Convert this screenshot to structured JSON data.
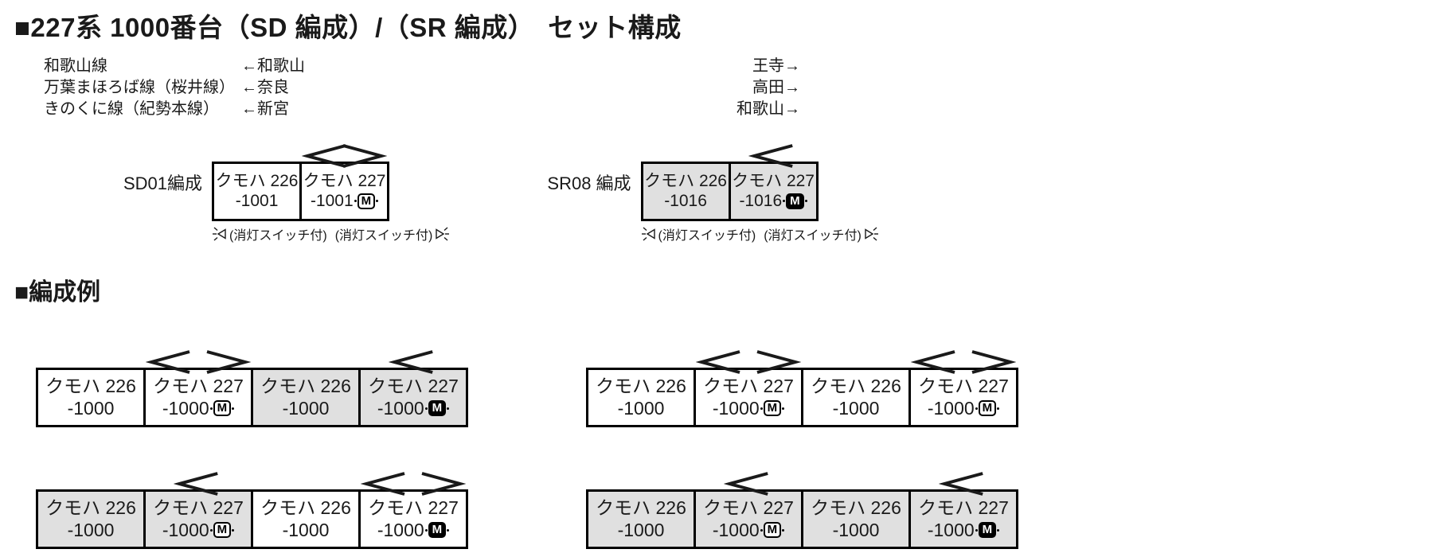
{
  "title": "■227系 1000番台（SD 編成）/（SR 編成）　セット構成",
  "routes": [
    {
      "line": "和歌山線",
      "origin": "←和歌山",
      "destination": "王寺→"
    },
    {
      "line": "万葉まほろば線（桜井線）",
      "origin": "←奈良",
      "destination": "高田→"
    },
    {
      "line": "きのくに線（紀勢本線）",
      "origin": "←新宮",
      "destination": "和歌山→"
    }
  ],
  "motor_mark_letter": "M",
  "colors": {
    "car_fill_gray": "#e0e0e0",
    "car_fill_white": "#ffffff",
    "line_color": "#000000"
  },
  "sets": [
    {
      "label": "SD01編成",
      "note_left": "(消灯スイッチ付)",
      "note_right": "(消灯スイッチ付)",
      "cars": [
        {
          "name": "クモハ 226",
          "number": "-1001",
          "fill": "white",
          "pantograph": "none",
          "motor_mark": "none"
        },
        {
          "name": "クモハ 227",
          "number": "-1001",
          "fill": "white",
          "pantograph": "double",
          "motor_mark": "outline"
        }
      ]
    },
    {
      "label": "SR08 編成",
      "note_left": "(消灯スイッチ付)",
      "note_right": "(消灯スイッチ付)",
      "cars": [
        {
          "name": "クモハ 226",
          "number": "-1016",
          "fill": "gray",
          "pantograph": "none",
          "motor_mark": "none"
        },
        {
          "name": "クモハ 227",
          "number": "-1016",
          "fill": "gray",
          "pantograph": "single",
          "motor_mark": "filled"
        }
      ]
    }
  ],
  "examples_title": "■編成例",
  "examples": [
    {
      "cars": [
        {
          "name": "クモハ 226",
          "number": "-1000",
          "fill": "white",
          "pantograph": "none",
          "motor_mark": "none"
        },
        {
          "name": "クモハ 227",
          "number": "-1000",
          "fill": "white",
          "pantograph": "double",
          "motor_mark": "outline"
        },
        {
          "name": "クモハ 226",
          "number": "-1000",
          "fill": "gray",
          "pantograph": "none",
          "motor_mark": "none"
        },
        {
          "name": "クモハ 227",
          "number": "-1000",
          "fill": "gray",
          "pantograph": "single",
          "motor_mark": "filled"
        }
      ]
    },
    {
      "cars": [
        {
          "name": "クモハ 226",
          "number": "-1000",
          "fill": "white",
          "pantograph": "none",
          "motor_mark": "none"
        },
        {
          "name": "クモハ 227",
          "number": "-1000",
          "fill": "white",
          "pantograph": "double",
          "motor_mark": "outline"
        },
        {
          "name": "クモハ 226",
          "number": "-1000",
          "fill": "white",
          "pantograph": "none",
          "motor_mark": "none"
        },
        {
          "name": "クモハ 227",
          "number": "-1000",
          "fill": "white",
          "pantograph": "double",
          "motor_mark": "outline"
        }
      ]
    },
    {
      "cars": [
        {
          "name": "クモハ 226",
          "number": "-1000",
          "fill": "gray",
          "pantograph": "none",
          "motor_mark": "none"
        },
        {
          "name": "クモハ 227",
          "number": "-1000",
          "fill": "gray",
          "pantograph": "single",
          "motor_mark": "outline"
        },
        {
          "name": "クモハ 226",
          "number": "-1000",
          "fill": "white",
          "pantograph": "none",
          "motor_mark": "none"
        },
        {
          "name": "クモハ 227",
          "number": "-1000",
          "fill": "white",
          "pantograph": "double",
          "motor_mark": "filled"
        }
      ]
    },
    {
      "cars": [
        {
          "name": "クモハ 226",
          "number": "-1000",
          "fill": "gray",
          "pantograph": "none",
          "motor_mark": "none"
        },
        {
          "name": "クモハ 227",
          "number": "-1000",
          "fill": "gray",
          "pantograph": "single",
          "motor_mark": "outline"
        },
        {
          "name": "クモハ 226",
          "number": "-1000",
          "fill": "gray",
          "pantograph": "none",
          "motor_mark": "none"
        },
        {
          "name": "クモハ 227",
          "number": "-1000",
          "fill": "gray",
          "pantograph": "single",
          "motor_mark": "filled"
        }
      ]
    }
  ]
}
